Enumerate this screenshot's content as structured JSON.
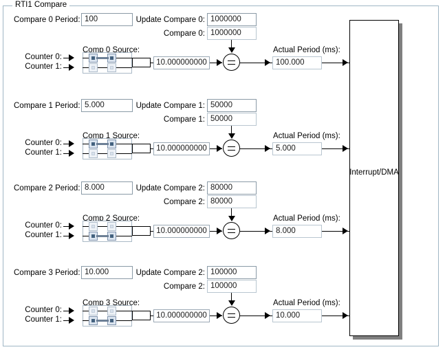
{
  "groupbox": {
    "title": "RTI1 Compare"
  },
  "sink": {
    "label": "Interrupt/DMA"
  },
  "common": {
    "counter0_label": "Counter 0:",
    "counter1_label": "Counter 1:",
    "actual_period_label": "Actual Period (ms):",
    "clock_value": "10.000000000"
  },
  "colors": {
    "group_border": "#9fb6c4",
    "field_border": "#b9c6d0",
    "field_border_editable": "#8a9aa6",
    "node_on": "#44627f",
    "bar": "#6d8096",
    "line": "#000000",
    "shadow": "#808080",
    "background": "#ffffff"
  },
  "rows": [
    {
      "period_label": "Compare 0 Period:",
      "period_value": "100",
      "update_label": "Update Compare 0:",
      "update_value": "1000000",
      "compare_label": "Compare 0:",
      "compare_value": "1000000",
      "source_label": "Comp 0 Source:",
      "source_selection": "counter0",
      "clock_value": "10.000000000",
      "actual_period_label": "Actual Period (ms):",
      "actual_period_value": "100.000"
    },
    {
      "period_label": "Compare 1 Period:",
      "period_value": "5.000",
      "update_label": "Update Compare 1:",
      "update_value": "50000",
      "compare_label": "Compare 1:",
      "compare_value": "50000",
      "source_label": "Comp 1 Source:",
      "source_selection": "counter0",
      "clock_value": "10.000000000",
      "actual_period_label": "Actual Period (ms):",
      "actual_period_value": "5.000"
    },
    {
      "period_label": "Compare 2 Period:",
      "period_value": "8.000",
      "update_label": "Update Compare 2:",
      "update_value": "80000",
      "compare_label": "Compare 2:",
      "compare_value": "80000",
      "source_label": "Comp 2 Source:",
      "source_selection": "counter1",
      "clock_value": "10.000000000",
      "actual_period_label": "Actual Period (ms):",
      "actual_period_value": "8.000"
    },
    {
      "period_label": "Compare 3 Period:",
      "period_value": "10.000",
      "update_label": "Update Compare 2:",
      "update_value": "100000",
      "compare_label": "Compare 2:",
      "compare_value": "100000",
      "source_label": "Comp 3 Source:",
      "source_selection": "counter1",
      "clock_value": "10.000000000",
      "actual_period_label": "Actual Period (ms):",
      "actual_period_value": "10.000"
    }
  ]
}
